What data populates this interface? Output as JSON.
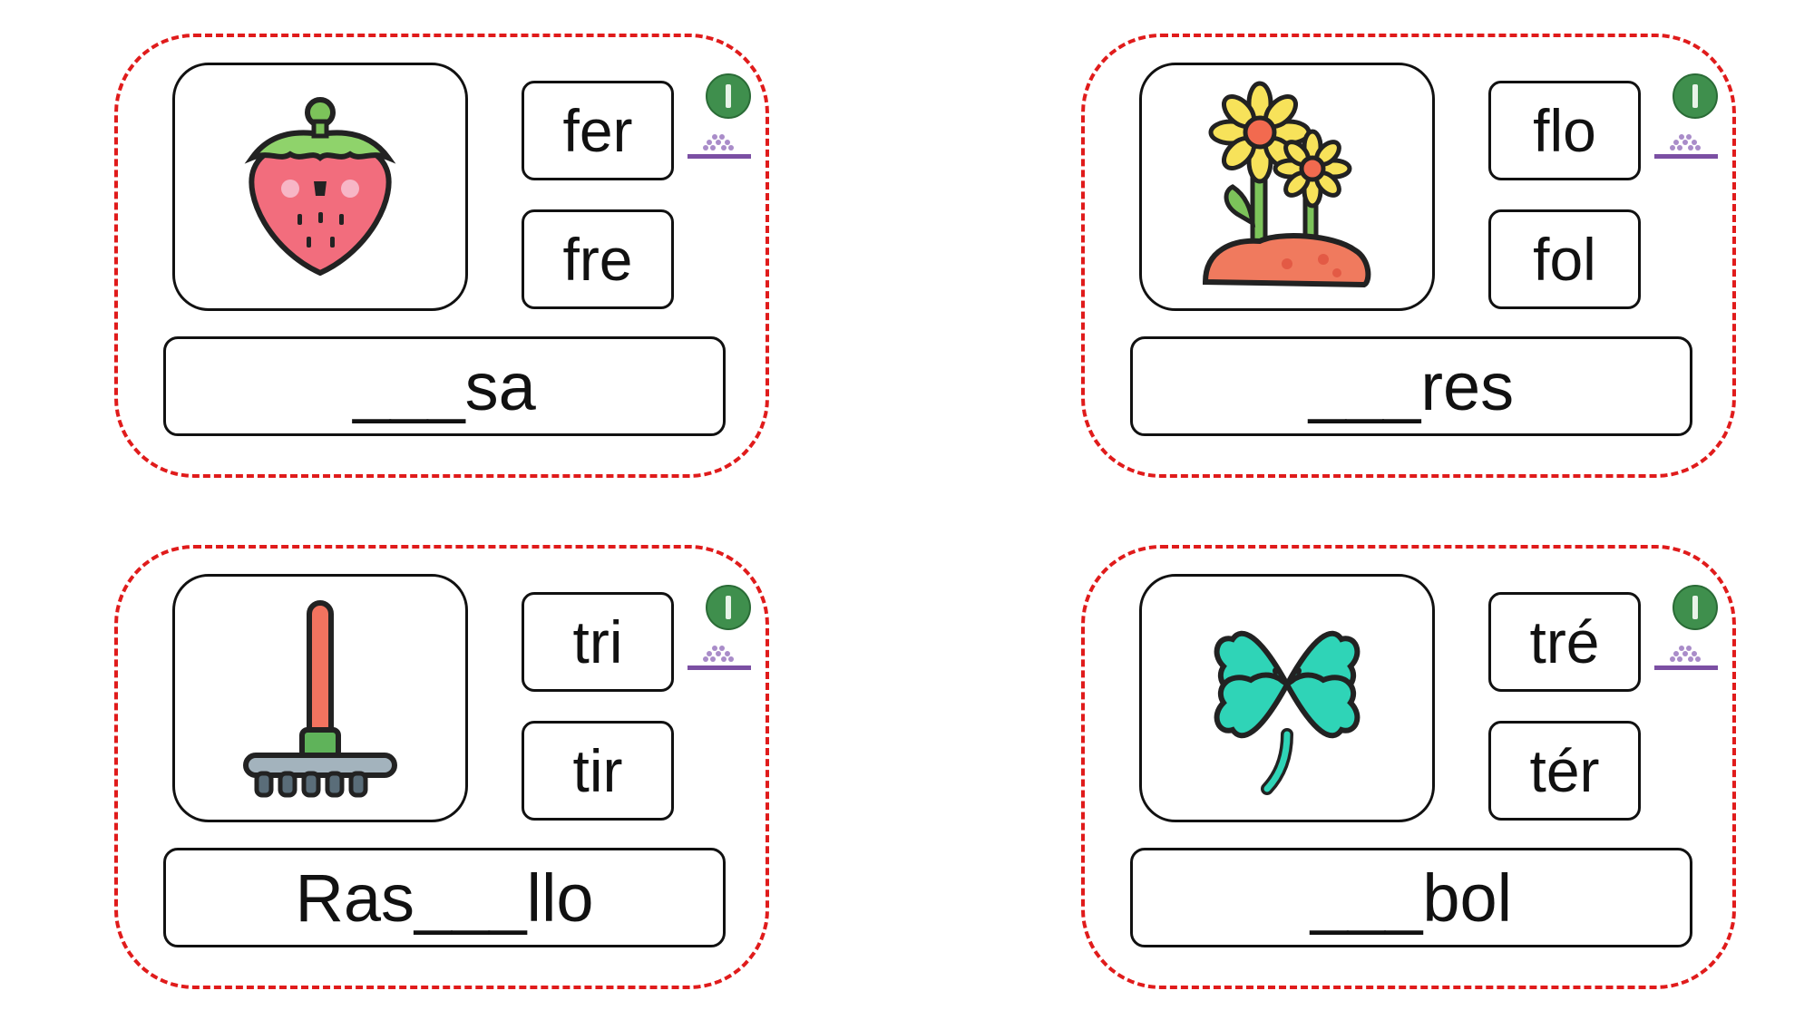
{
  "cards": [
    {
      "image": "strawberry-icon",
      "options": [
        "fer",
        "fre"
      ],
      "word": "___sa"
    },
    {
      "image": "flowers-icon",
      "options": [
        "flo",
        "fol"
      ],
      "word": "___res"
    },
    {
      "image": "rake-icon",
      "options": [
        "tri",
        "tir"
      ],
      "word": "Ras___llo"
    },
    {
      "image": "clover-icon",
      "options": [
        "tré",
        "tér"
      ],
      "word": "___bol"
    }
  ],
  "colors": {
    "border": "#e01b1b",
    "badge": "#3f8f4d",
    "logo": "#7b4fa3"
  }
}
